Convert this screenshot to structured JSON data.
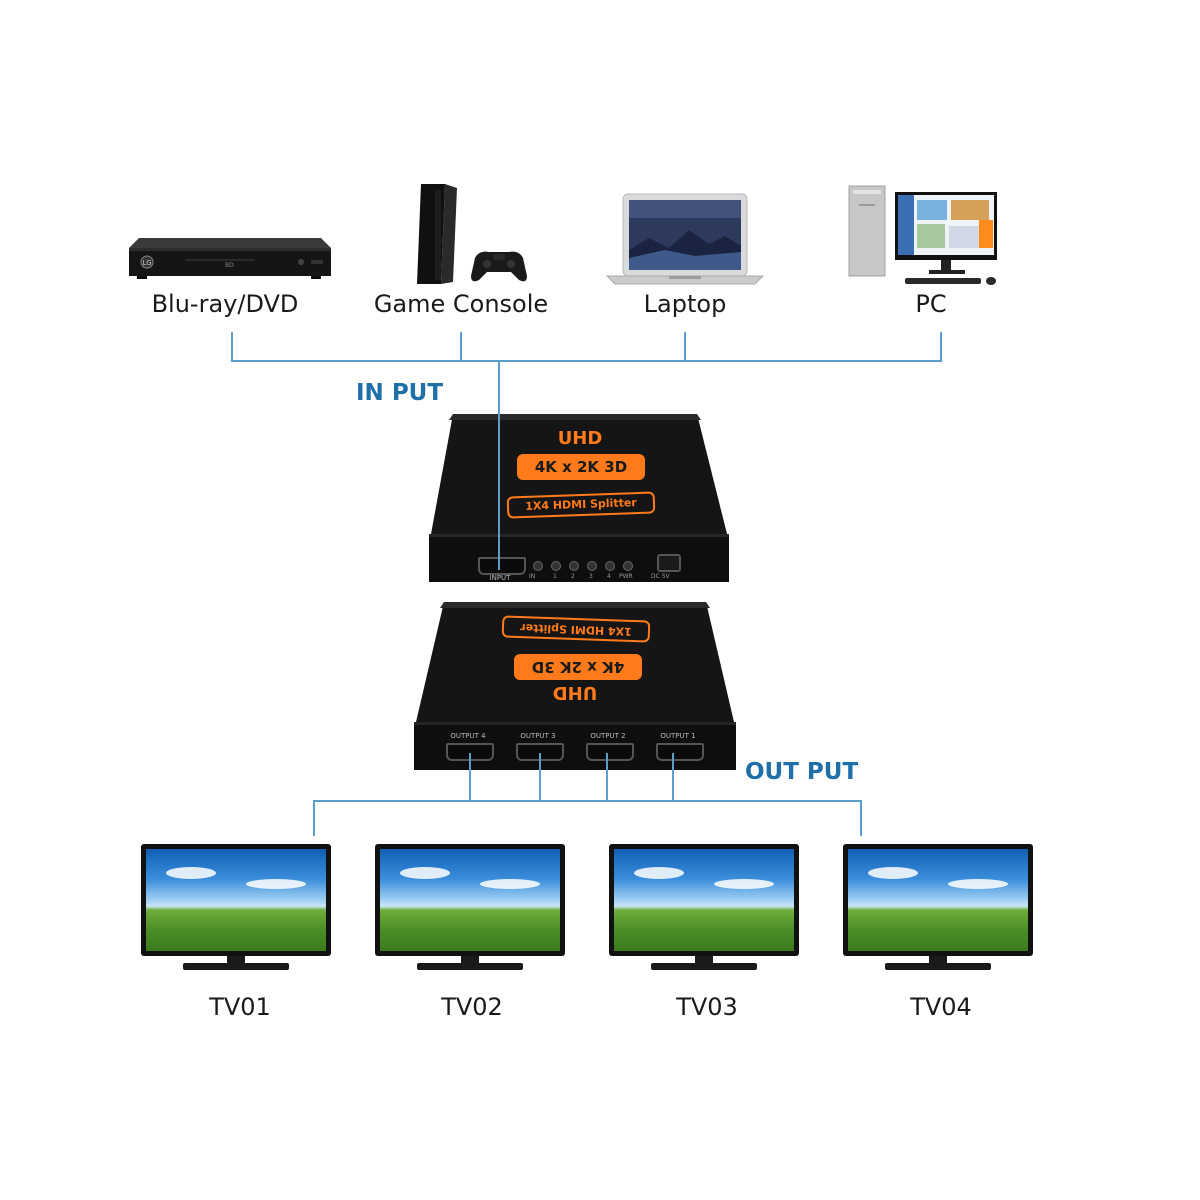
{
  "sources": [
    {
      "label": "Blu-ray/DVD",
      "icon": "bluray-player-icon"
    },
    {
      "label": "Game Console",
      "icon": "game-console-icon"
    },
    {
      "label": "Laptop",
      "icon": "laptop-icon"
    },
    {
      "label": "PC",
      "icon": "desktop-pc-icon"
    }
  ],
  "input_label": "IN PUT",
  "output_label": "OUT PUT",
  "splitter": {
    "line1": "UHD",
    "line2": "4K x 2K 3D",
    "line3": "1X4 HDMI Splitter",
    "input_port": "INPUT",
    "dc": "DC 5V",
    "leds": [
      "IN",
      "1",
      "2",
      "3",
      "4",
      "PWR"
    ],
    "outputs": [
      "OUTPUT 4",
      "OUTPUT 3",
      "OUTPUT 2",
      "OUTPUT 1"
    ]
  },
  "tvs": [
    {
      "label": "TV01"
    },
    {
      "label": "TV02"
    },
    {
      "label": "TV03"
    },
    {
      "label": "TV04"
    }
  ],
  "colors": {
    "line": "#5a9ec9",
    "label_blue": "#1f6fa8",
    "accent": "#ff7a1a"
  }
}
